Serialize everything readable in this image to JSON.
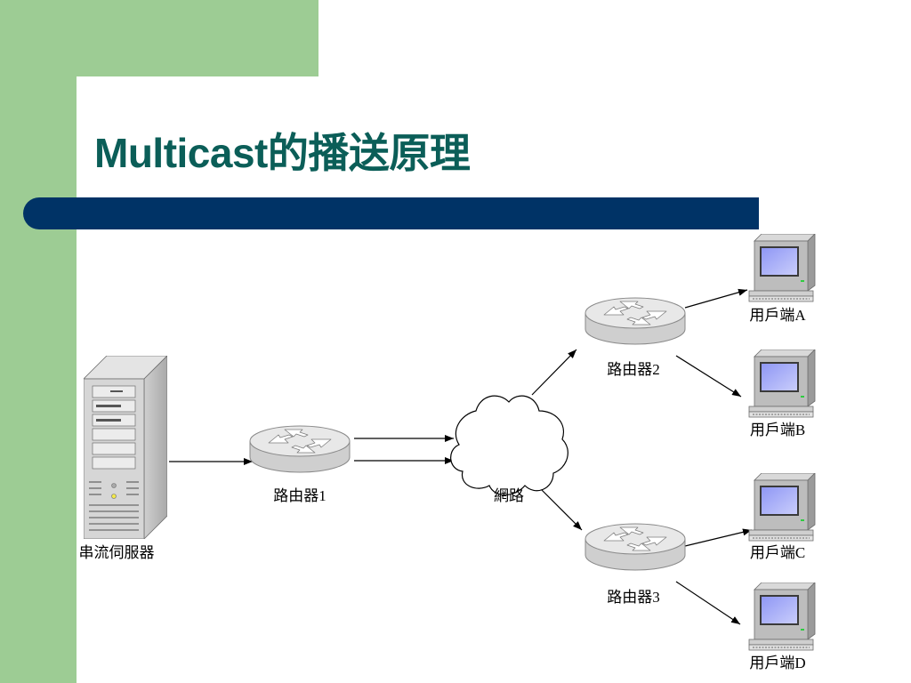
{
  "slide": {
    "title": "Multicast的播送原理",
    "colors": {
      "green": "#9dcc94",
      "title": "#0b5e58",
      "bar": "#003366"
    }
  },
  "diagram": {
    "server": {
      "label": "串流伺服器",
      "icon": "server-tower-icon"
    },
    "router1": {
      "label": "路由器1",
      "icon": "router-icon"
    },
    "network": {
      "label": "網路",
      "icon": "cloud-icon"
    },
    "router2": {
      "label": "路由器2",
      "icon": "router-icon"
    },
    "router3": {
      "label": "路由器3",
      "icon": "router-icon"
    },
    "clients": [
      {
        "label": "用戶端A",
        "icon": "computer-icon"
      },
      {
        "label": "用戶端B",
        "icon": "computer-icon"
      },
      {
        "label": "用戶端C",
        "icon": "computer-icon"
      },
      {
        "label": "用戶端D",
        "icon": "computer-icon"
      }
    ]
  }
}
